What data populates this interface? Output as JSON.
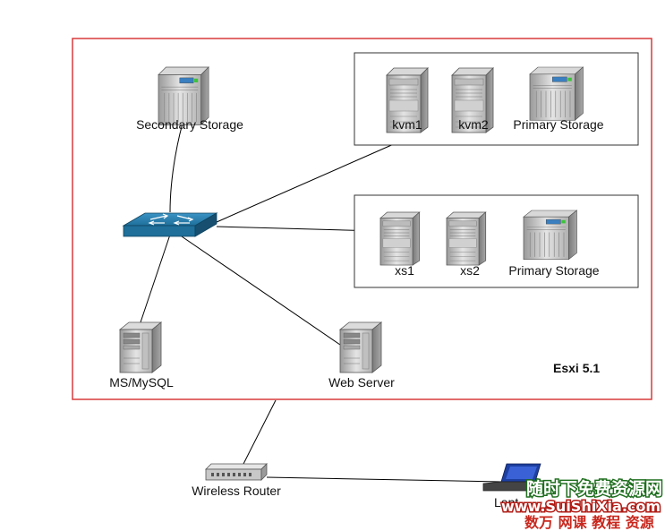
{
  "labels": {
    "secondary_storage": "Secondary Storage",
    "kvm1": "kvm1",
    "kvm2": "kvm2",
    "primary_storage_top": "Primary Storage",
    "xs1": "xs1",
    "xs2": "xs2",
    "primary_storage_bottom": "Primary Storage",
    "ms_mysql": "MS/MySQL",
    "web_server": "Web Server",
    "esxi": "Esxi 5.1",
    "wireless_router": "Wireless Router",
    "laptop": "Lapt"
  },
  "watermark": {
    "line1": "随时下免费资源网",
    "url": "www.SuiShiXia.com",
    "line3": "数万 网课 教程 资源"
  },
  "colors": {
    "esxi_border": "#d83a3a",
    "switch": "#1f6f9a",
    "server": "#c8c8c8"
  }
}
